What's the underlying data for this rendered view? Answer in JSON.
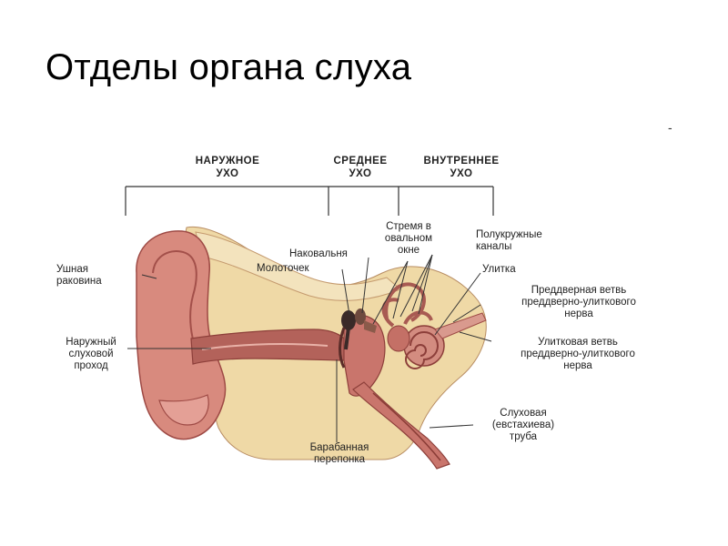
{
  "title": "Отделы органа слуха",
  "corner_mark": "-",
  "sections": {
    "outer": [
      "НАРУЖНОЕ",
      "УХО"
    ],
    "middle": [
      "СРЕДНЕЕ",
      "УХО"
    ],
    "inner": [
      "ВНУТРЕННЕЕ",
      "УХО"
    ]
  },
  "labels": {
    "auricle": [
      "Ушная",
      "раковина"
    ],
    "ear_canal": [
      "Наружный",
      "слуховой",
      "проход"
    ],
    "malleus": "Молоточек",
    "incus": "Наковальня",
    "stapes": [
      "Стремя в",
      "овальном",
      "окне"
    ],
    "canals": [
      "Полукружные",
      "каналы"
    ],
    "cochlea": "Улитка",
    "vestibular_branch": [
      "Преддверная ветвь",
      "преддверно-улиткового",
      "нерва"
    ],
    "cochlear_branch": [
      "Улитковая ветвь",
      "преддверно-улиткового",
      "нерва"
    ],
    "eustachian": [
      "Слуховая",
      "(евстахиева)",
      "труба"
    ],
    "eardrum": [
      "Барабанная",
      "перепонка"
    ]
  },
  "colors": {
    "tissue": "#c9756c",
    "tissue_dark": "#9e4a45",
    "bone": "#efd9a6",
    "canal": "#a85a52",
    "line": "#333333"
  }
}
